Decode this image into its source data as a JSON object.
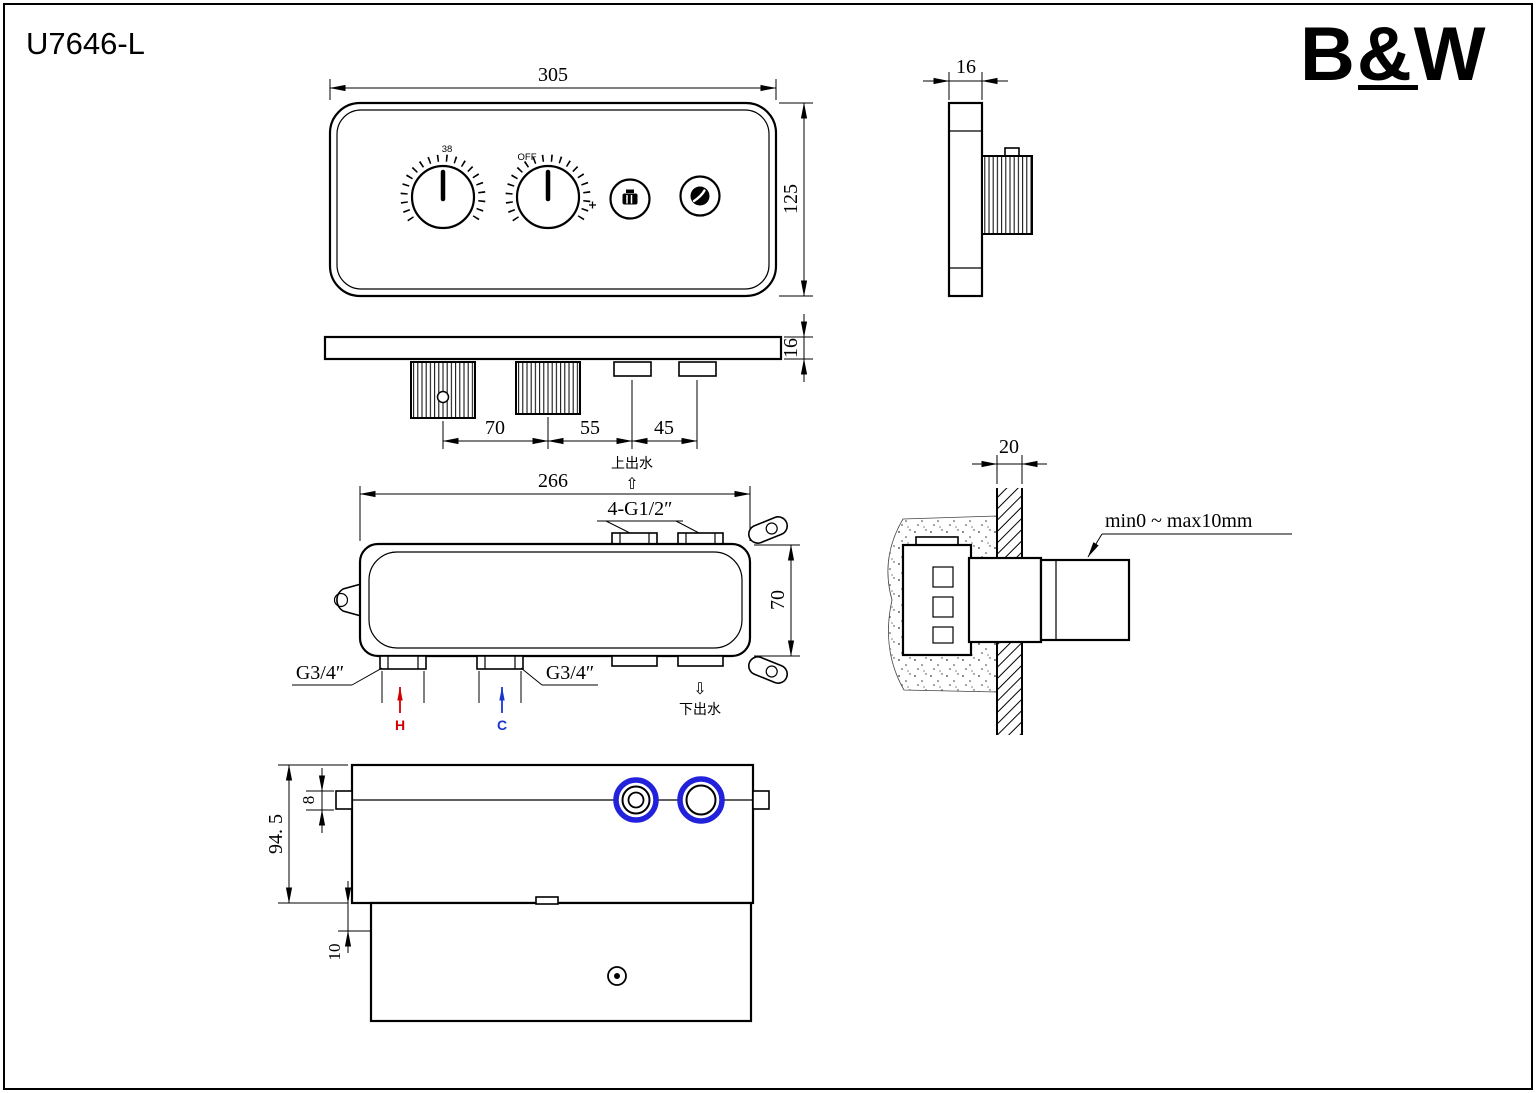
{
  "page": {
    "model": "U7646-L",
    "brand": "B&W"
  },
  "front_view": {
    "dim_width": "305",
    "dim_height": "125",
    "temp_mark": "38",
    "off_mark": "OFF"
  },
  "side_view": {
    "dim_depth": "16"
  },
  "plan_view": {
    "dim_knob_spacing": "70",
    "dim_knob_to_button": "55",
    "dim_button_spacing": "45",
    "dim_plate_thickness": "16"
  },
  "body_view": {
    "dim_width": "266",
    "dim_height": "70",
    "ports_label": "4-G1/2″",
    "hot_inlet_label": "G3/4″",
    "cold_inlet_label": "G3/4″",
    "hot_mark": "H",
    "cold_mark": "C",
    "top_outlet_label": "上出水",
    "top_outlet_arrow": "⇧",
    "bottom_outlet_label": "下出水",
    "bottom_outlet_arrow": "⇩"
  },
  "wall_view": {
    "dim_wall_thickness": "20",
    "depth_note": "min0 ~ max10mm"
  },
  "rear_view": {
    "dim_height": "94. 5",
    "dim_plate": "8",
    "dim_offset": "10"
  },
  "colors": {
    "hot": "#d40000",
    "cold": "#1a35cc",
    "port_ring": "#2222dd",
    "line": "#000000"
  }
}
